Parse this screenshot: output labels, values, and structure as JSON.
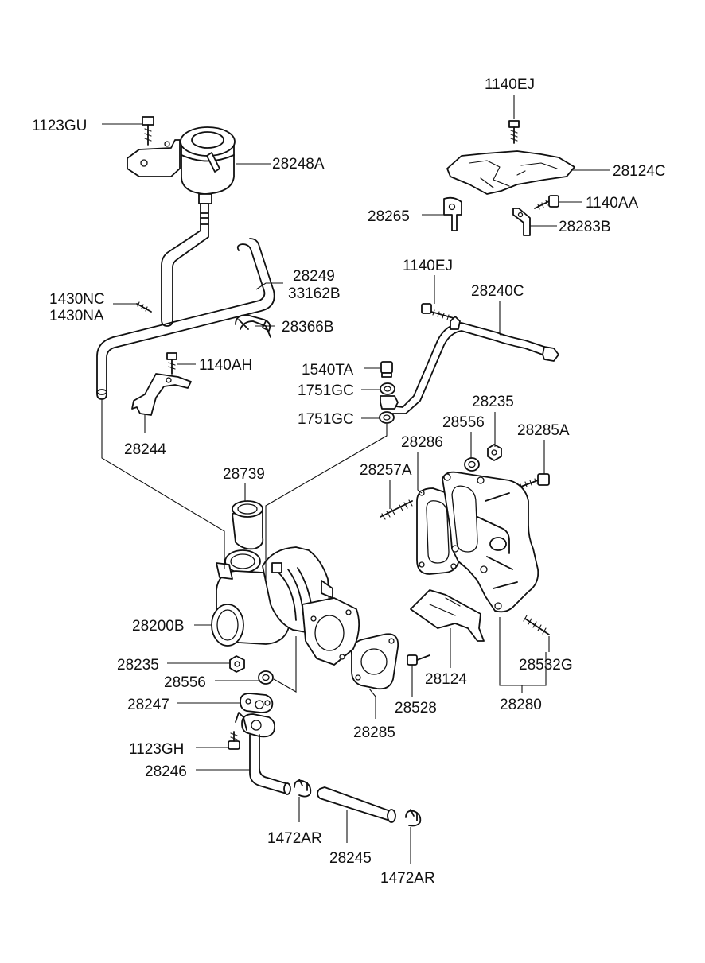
{
  "labels": {
    "p_1140EJ_top": "1140EJ",
    "p_1123GU": "1123GU",
    "p_28248A": "28248A",
    "p_28124C": "28124C",
    "p_28265": "28265",
    "p_1140AA": "1140AA",
    "p_28283B": "28283B",
    "p_1140EJ_mid": "1140EJ",
    "p_28249": "28249",
    "p_33162B": "33162B",
    "p_28240C": "28240C",
    "p_1430NC": "1430NC",
    "p_1430NA": "1430NA",
    "p_28366B": "28366B",
    "p_1140AH": "1140AH",
    "p_1540TA": "1540TA",
    "p_1751GC_a": "1751GC",
    "p_28235_top": "28235",
    "p_1751GC_b": "1751GC",
    "p_28556_top": "28556",
    "p_28286": "28286",
    "p_28285A": "28285A",
    "p_28244": "28244",
    "p_28739": "28739",
    "p_28257A": "28257A",
    "p_28200B": "28200B",
    "p_28532G": "28532G",
    "p_28235_bot": "28235",
    "p_28124": "28124",
    "p_28556_bot": "28556",
    "p_28528": "28528",
    "p_28280": "28280",
    "p_28247": "28247",
    "p_28285": "28285",
    "p_1123GH": "1123GH",
    "p_28246": "28246",
    "p_1472AR_left": "1472AR",
    "p_28245": "28245",
    "p_1472AR_right": "1472AR"
  }
}
